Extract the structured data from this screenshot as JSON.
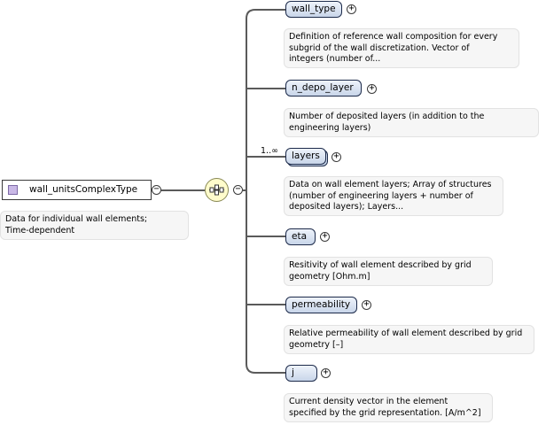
{
  "root": {
    "name": "wall_unitsComplexType",
    "doc_lines": [
      "Data for individual wall elements;",
      "Time-dependent"
    ]
  },
  "sequence_toggle": "−",
  "root_toggle": "−",
  "elements": [
    {
      "name": "wall_type",
      "toggle": "+",
      "doc_lines": [
        "Definition of reference wall composition for every",
        "subgrid of the wall discretization. Vector of",
        "integers (number of..."
      ]
    },
    {
      "name": "n_depo_layer",
      "toggle": "+",
      "doc_lines": [
        "Number of deposited layers (in addition to the",
        "engineering layers)"
      ]
    },
    {
      "name": "layers",
      "toggle": "+",
      "cardinality": "1..∞",
      "doc_lines": [
        "Data on wall element layers; Array of structures",
        "(number of engineering layers + number of",
        "deposited layers); Layers..."
      ]
    },
    {
      "name": "eta",
      "toggle": "+",
      "doc_lines": [
        "Resitivity of wall element described by grid",
        "geometry [Ohm.m]"
      ]
    },
    {
      "name": "permeability",
      "toggle": "+",
      "doc_lines": [
        "Relative permeability of wall element described by grid",
        "geometry [–]"
      ]
    },
    {
      "name": "j",
      "toggle": "+",
      "doc_lines": [
        "Current density vector in the element",
        "specified by the grid representation. [A/m^2]"
      ]
    }
  ],
  "colors": {
    "element_fill_top": "#eef3fb",
    "element_fill_bottom": "#c9d6ea",
    "compositor_fill": "#fffccc",
    "type_icon": "#c9b8e6",
    "doc_fill": "#f6f6f6"
  }
}
